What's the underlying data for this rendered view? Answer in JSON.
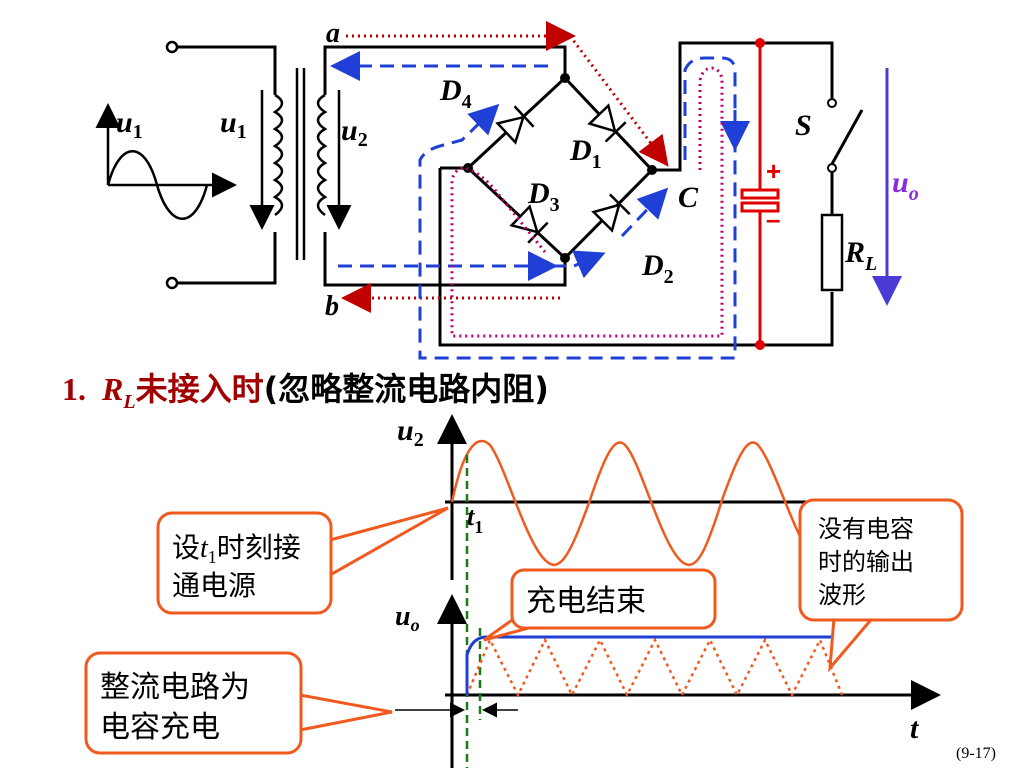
{
  "circuit": {
    "node_a": "a",
    "node_b": "b",
    "primary_wave_label": "u",
    "primary_wave_sub": "1",
    "primary_label": "u",
    "primary_sub": "1",
    "secondary_label": "u",
    "secondary_sub": "2",
    "d4": "D",
    "d4_sub": "4",
    "d1": "D",
    "d1_sub": "1",
    "d3": "D",
    "d3_sub": "3",
    "d2": "D",
    "d2_sub": "2",
    "capacitor": "C",
    "cap_plus": "+",
    "cap_minus": "–",
    "switch": "S",
    "load": "R",
    "load_sub": "L",
    "output": "u",
    "output_sub": "o"
  },
  "heading": {
    "number": "1.",
    "rl": "R",
    "rl_sub": "L",
    "red_text": "未接入时",
    "black_text": "(忽略整流电路内阻)"
  },
  "waveform": {
    "u2_label": "u",
    "u2_sub": "2",
    "t1_label": "t",
    "t1_sub": "1",
    "uo_label": "u",
    "uo_sub": "o",
    "t_label": "t"
  },
  "callouts": {
    "t1_prefix": "设",
    "t1_var": "t",
    "t1_var_sub": "1",
    "t1_suffix": "时刻接",
    "t1_line2": "通电源",
    "charge_end": "充电结束",
    "no_cap_line1": "没有电容",
    "no_cap_line2": "时的输出",
    "no_cap_line3": "波形",
    "rect_line1": "整流电路为",
    "rect_line2": "电容充电"
  },
  "page_number": "(9-17)",
  "colors": {
    "wire": "#000000",
    "path_red": "#c00000",
    "path_blue": "#1f3fd6",
    "path_pink": "#c0006a",
    "cap_red": "#e00000",
    "uo_arrow": "#4b3bd6",
    "wave_orange": "#f05a1e",
    "wave_blue": "#1f3fd6",
    "callout_border": "#f05a1e",
    "heading_red": "#a00000",
    "marker_green": "#1a7a1a"
  }
}
